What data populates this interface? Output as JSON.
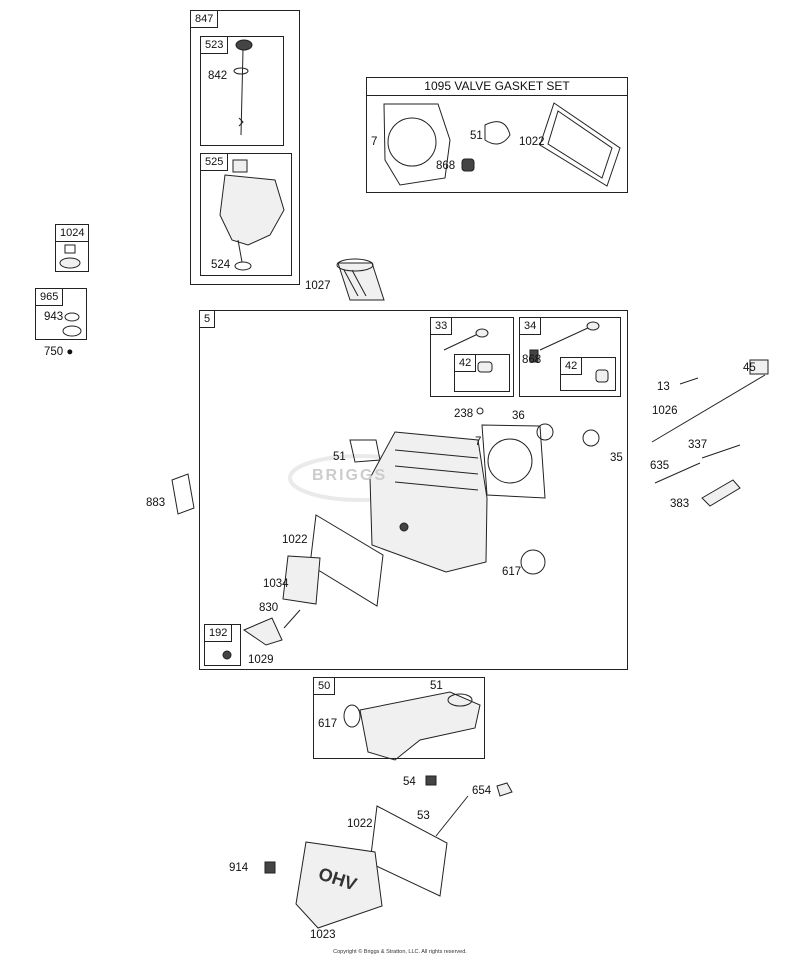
{
  "boxes": {
    "b847": "847",
    "b523": "523",
    "b525": "525",
    "b1095": "1095 VALVE GASKET SET",
    "b1024": "1024",
    "b965": "965",
    "b5": "5",
    "b33": "33",
    "b34": "34",
    "b42a": "42",
    "b42b": "42",
    "b192": "192",
    "b50": "50"
  },
  "labels": {
    "l842": "842",
    "l524": "524",
    "l1027": "1027",
    "l7a": "7",
    "l51a": "51",
    "l868a": "868",
    "l1022a": "1022",
    "l943": "943",
    "l750": "750",
    "l868b": "868",
    "l13": "13",
    "l45": "45",
    "l1026": "1026",
    "l238": "238",
    "l36": "36",
    "l7b": "7",
    "l35": "35",
    "l51b": "51",
    "l337": "337",
    "l635": "635",
    "l383": "383",
    "l883": "883",
    "l1022b": "1022",
    "l617a": "617",
    "l1034": "1034",
    "l830": "830",
    "l1029": "1029",
    "l51c": "51",
    "l617b": "617",
    "l54": "54",
    "l654": "654",
    "l53": "53",
    "l1022c": "1022",
    "l914": "914",
    "l1023": "1023"
  },
  "cover_lettering": "OHV",
  "watermark": "BRIGGS",
  "copyright": "Copyright © Briggs & Stratton, LLC. All rights reserved."
}
